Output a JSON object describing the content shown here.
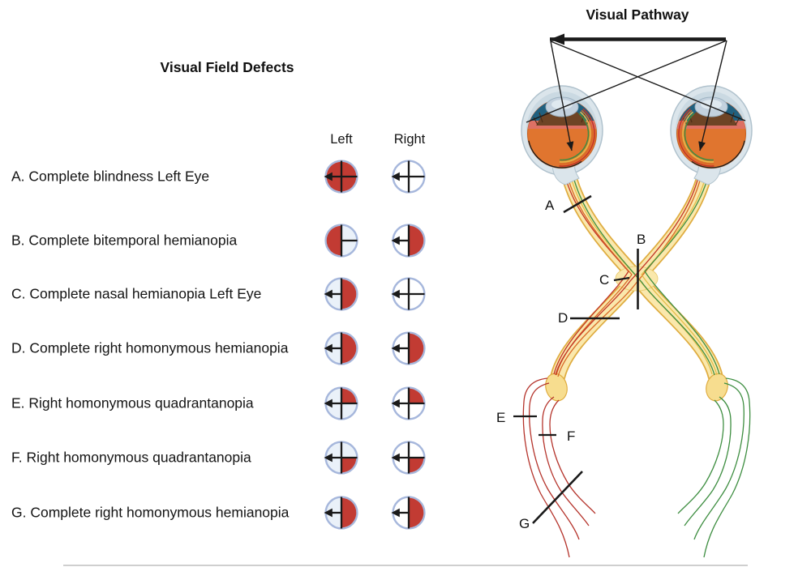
{
  "left_panel": {
    "title": "Visual Field Defects",
    "column_headers": {
      "left": "Left",
      "right": "Right"
    },
    "defects": [
      {
        "label": "A. Complete blindness Left Eye",
        "left_eye": {
          "red": "full",
          "h_line": "full",
          "arrow": true
        },
        "right_eye": {
          "red": "none",
          "h_line": "full",
          "arrow": true
        }
      },
      {
        "label": "B. Complete bitemporal hemianopia",
        "left_eye": {
          "red": "left",
          "h_line": "right",
          "arrow": false
        },
        "right_eye": {
          "red": "right",
          "h_line": "left",
          "arrow": true
        }
      },
      {
        "label": "C. Complete nasal hemianopia Left Eye",
        "left_eye": {
          "red": "right",
          "h_line": "left",
          "arrow": true
        },
        "right_eye": {
          "red": "none",
          "h_line": "full",
          "arrow": true
        }
      },
      {
        "label": "D. Complete right homonymous hemianopia",
        "left_eye": {
          "red": "right",
          "h_line": "left",
          "arrow": true
        },
        "right_eye": {
          "red": "right",
          "h_line": "left",
          "arrow": true
        }
      },
      {
        "label": "E. Right homonymous quadrantanopia",
        "left_eye": {
          "red": "top-right",
          "h_line": "full",
          "arrow": true
        },
        "right_eye": {
          "red": "top-right",
          "h_line": "full",
          "arrow": true
        }
      },
      {
        "label": "F. Right homonymous quadrantanopia",
        "left_eye": {
          "red": "bottom-right",
          "h_line": "full",
          "arrow": true
        },
        "right_eye": {
          "red": "bottom-right",
          "h_line": "full",
          "arrow": true
        }
      },
      {
        "label": "G. Complete right homonymous hemianopia",
        "left_eye": {
          "red": "right",
          "h_line": "left",
          "arrow": true
        },
        "right_eye": {
          "red": "right",
          "h_line": "left",
          "arrow": true
        }
      }
    ]
  },
  "pathway": {
    "title": "Visual Pathway",
    "labels": [
      {
        "text": "A"
      },
      {
        "text": "B"
      },
      {
        "text": "C"
      },
      {
        "text": "D"
      },
      {
        "text": "E"
      },
      {
        "text": "F"
      },
      {
        "text": "G"
      }
    ]
  },
  "colors": {
    "defect_red": "#C23B33",
    "circle_border": "#A6B7DC",
    "circle_fill_left_col": "#EAF1F9",
    "circle_fill_right_col": "#FFFFFF",
    "crosshair": "#1A1A1A",
    "fiber_red": "#C23427",
    "fiber_orange": "#D96A28",
    "fiber_yellow": "#E3BE4B",
    "fiber_green": "#3E8E41",
    "nerve_fill": "#FAE8AC",
    "nerve_edge": "#DFAC40",
    "lgn_fill": "#F7DD8F",
    "radiation_red": "#B5342C",
    "radiation_green": "#3E8E41",
    "arrow_black": "#1A1A1A"
  }
}
